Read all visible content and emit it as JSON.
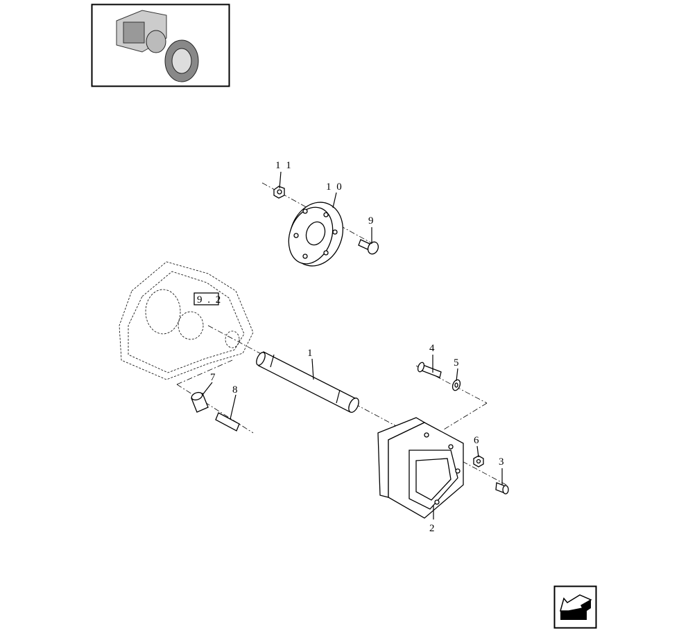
{
  "diagram": {
    "callouts": {
      "p1": "1",
      "p2": "2",
      "p3": "3",
      "p4": "4",
      "p5": "5",
      "p6": "6",
      "p7": "7",
      "p8": "8",
      "p9": "9",
      "p10": "1 0",
      "p11": "1 1"
    },
    "reference_box": "9 . 2"
  },
  "navigation": {
    "back_arrow_icon": "arrow-back-icon"
  }
}
